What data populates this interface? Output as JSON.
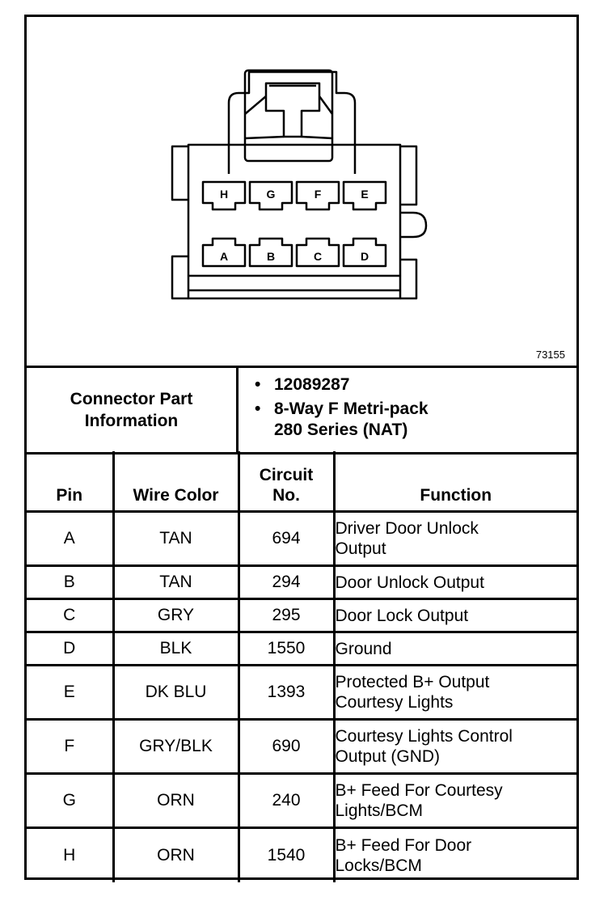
{
  "figure": {
    "number": "73155",
    "cavities_top": [
      "H",
      "G",
      "F",
      "E"
    ],
    "cavities_bottom": [
      "A",
      "B",
      "C",
      "D"
    ]
  },
  "connector_info": {
    "label_line1": "Connector Part",
    "label_line2": "Information",
    "items": [
      "12089287",
      "8-Way F Metri-pack",
      "280 Series (NAT)"
    ]
  },
  "table": {
    "headers": {
      "pin": "Pin",
      "wire_color": "Wire Color",
      "circuit_line1": "Circuit",
      "circuit_line2": "No.",
      "function": "Function"
    },
    "rows": [
      {
        "pin": "A",
        "color": "TAN",
        "circuit": "694",
        "func1": "Driver Door Unlock",
        "func2": "Output"
      },
      {
        "pin": "B",
        "color": "TAN",
        "circuit": "294",
        "func1": "Door Unlock Output",
        "func2": ""
      },
      {
        "pin": "C",
        "color": "GRY",
        "circuit": "295",
        "func1": "Door Lock Output",
        "func2": ""
      },
      {
        "pin": "D",
        "color": "BLK",
        "circuit": "1550",
        "func1": "Ground",
        "func2": ""
      },
      {
        "pin": "E",
        "color": "DK BLU",
        "circuit": "1393",
        "func1": "Protected B+ Output",
        "func2": "Courtesy Lights"
      },
      {
        "pin": "F",
        "color": "GRY/BLK",
        "circuit": "690",
        "func1": "Courtesy Lights Control",
        "func2": "Output (GND)"
      },
      {
        "pin": "G",
        "color": "ORN",
        "circuit": "240",
        "func1": "B+ Feed For Courtesy",
        "func2": "Lights/BCM"
      },
      {
        "pin": "H",
        "color": "ORN",
        "circuit": "1540",
        "func1": "B+ Feed For Door",
        "func2": "Locks/BCM"
      }
    ]
  }
}
